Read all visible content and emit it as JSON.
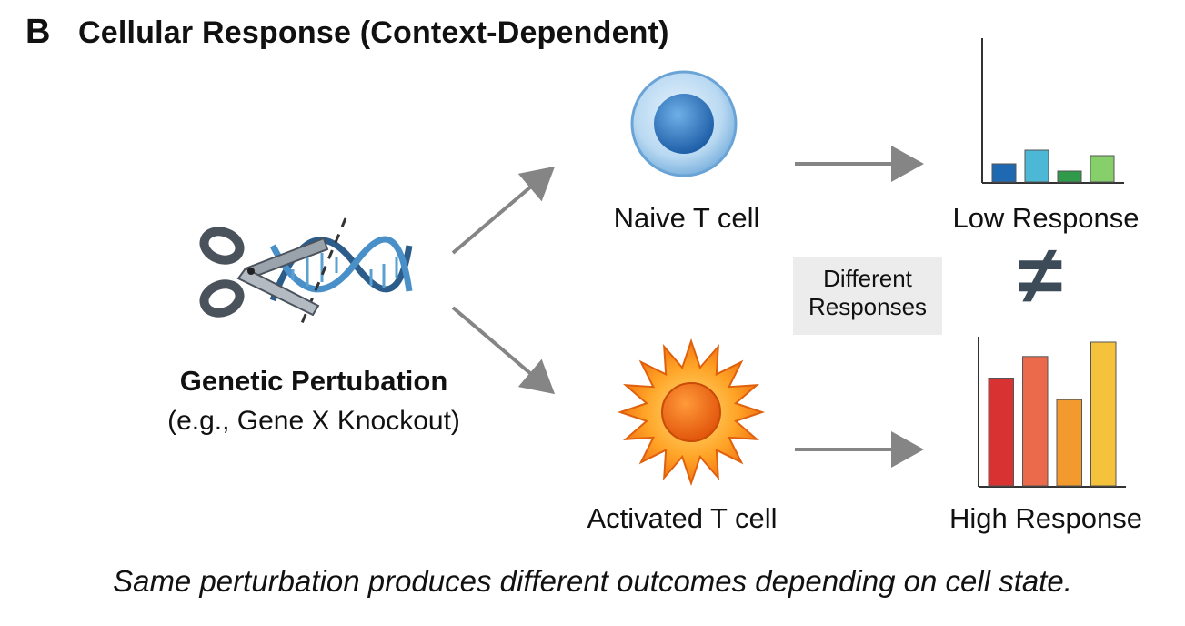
{
  "panel": {
    "letter": "B",
    "title": "Cellular Response (Context-Dependent)"
  },
  "perturbation": {
    "title": "Genetic Pertubation",
    "subtitle": "(e.g., Gene X Knockout)"
  },
  "cells": {
    "naive": "Naive T cell",
    "activated": "Activated T cell"
  },
  "responses": {
    "low": "Low Response",
    "high": "High Response",
    "not_equal": "≠"
  },
  "center_box": {
    "line1": "Different",
    "line2": "Responses"
  },
  "caption": "Same perturbation produces different outcomes depending on cell state.",
  "colors": {
    "arrow": "#858585",
    "naive_cell": "#3d86c9",
    "activated_cell": "#f08a1a",
    "not_equal": "#3d4a57",
    "low_bars": [
      "#1f69b3",
      "#4cb8d6",
      "#2e9a4a",
      "#86cf6a"
    ],
    "high_bars": [
      "#d93232",
      "#ec6a4c",
      "#f39a2f",
      "#f5c23c"
    ]
  },
  "chart_data": [
    {
      "type": "bar",
      "values": [
        0.2,
        0.35,
        0.12,
        0.29
      ],
      "ylim": [
        0,
        1
      ]
    },
    {
      "type": "bar",
      "values": [
        0.75,
        0.9,
        0.6,
        1.0
      ],
      "ylim": [
        0,
        1
      ]
    }
  ]
}
